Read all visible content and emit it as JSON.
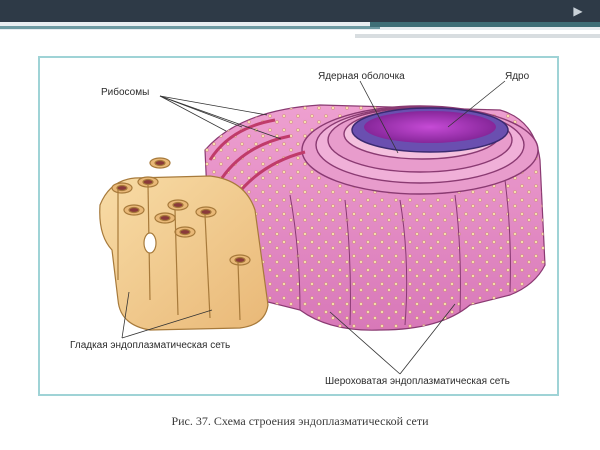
{
  "slide": {
    "colors": {
      "header": "#2e3a47",
      "frame": "#9fd3d6",
      "rough_er": "#e58fc4",
      "smooth_er": "#f2c98b",
      "nucleus": "#9a2fb0"
    }
  },
  "diagram": {
    "labels": {
      "ribosomes": "Рибосомы",
      "nuclear_envelope": "Ядерная оболочка",
      "nucleus": "Ядро",
      "smooth_er": "Гладкая эндоплазматическая сеть",
      "rough_er": "Шероховатая эндоплазматическая сеть"
    }
  },
  "caption": "Рис. 37. Схема строения эндоплазматической сети"
}
